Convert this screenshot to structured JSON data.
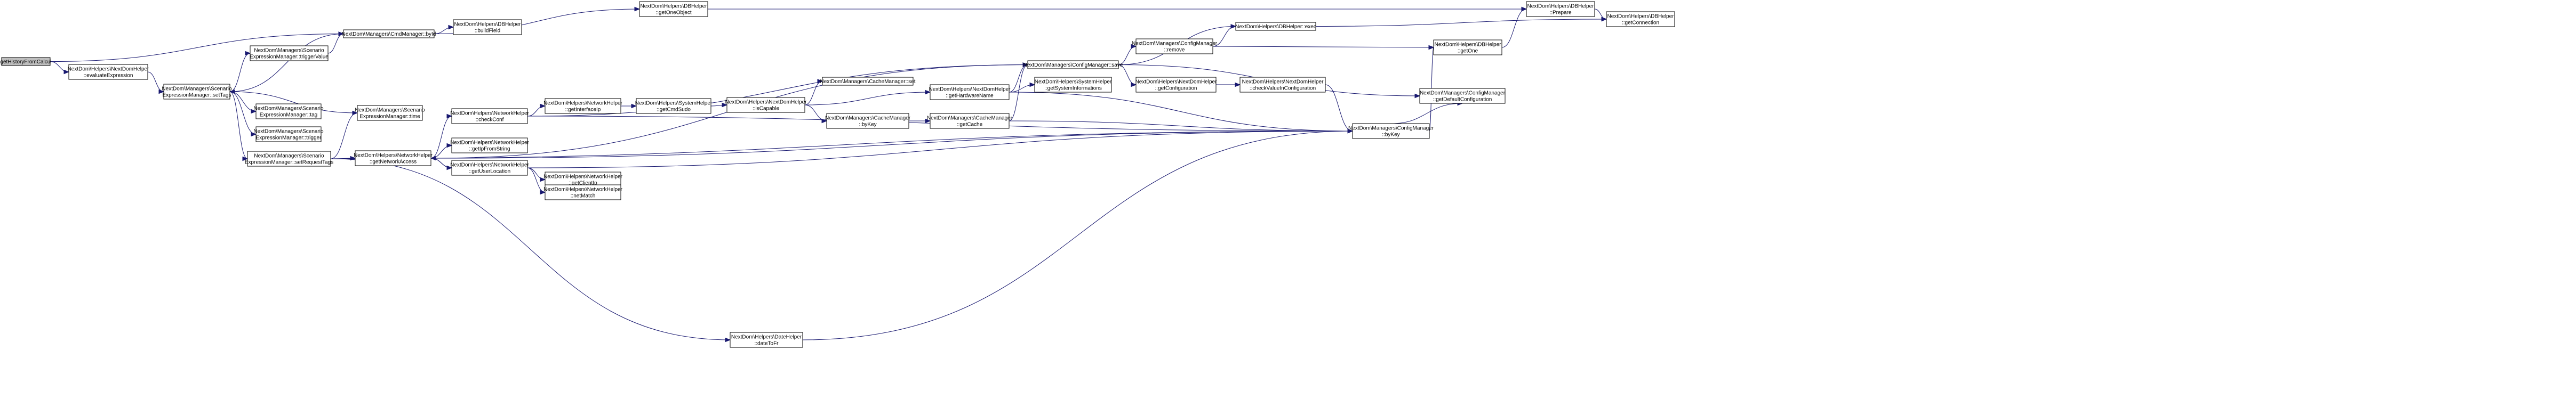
{
  "diagram": {
    "type": "call-graph",
    "nodes": [
      {
        "id": "root",
        "lines": [
          "getHistoryFromCalcul"
        ],
        "root": true
      },
      {
        "id": "evaluate",
        "lines": [
          "NextDom\\Helpers\\NextDomHelper",
          "::evaluateExpression"
        ]
      },
      {
        "id": "setTags",
        "lines": [
          "NextDom\\Managers\\Scenario",
          "ExpressionManager::setTags"
        ]
      },
      {
        "id": "cmdById",
        "lines": [
          "NextDom\\Managers\\CmdManager::byId"
        ]
      },
      {
        "id": "triggerValue",
        "lines": [
          "NextDom\\Managers\\Scenario",
          "ExpressionManager::triggerValue"
        ]
      },
      {
        "id": "setRequestTags",
        "lines": [
          "NextDom\\Managers\\Scenario",
          "ExpressionManager::setRequestTags"
        ]
      },
      {
        "id": "tag",
        "lines": [
          "NextDom\\Managers\\Scenario",
          "ExpressionManager::tag"
        ]
      },
      {
        "id": "trigger",
        "lines": [
          "NextDom\\Managers\\Scenario",
          "ExpressionManager::trigger"
        ]
      },
      {
        "id": "time",
        "lines": [
          "NextDom\\Managers\\Scenario",
          "ExpressionManager::time"
        ]
      },
      {
        "id": "getOneObject",
        "lines": [
          "NextDom\\Helpers\\DBHelper",
          "::getOneObject"
        ]
      },
      {
        "id": "buildField",
        "lines": [
          "NextDom\\Helpers\\DBHelper",
          "::buildField"
        ]
      },
      {
        "id": "getNetworkAccess",
        "lines": [
          "NextDom\\Helpers\\NetworkHelper",
          "::getNetworkAccess"
        ]
      },
      {
        "id": "checkConf",
        "lines": [
          "NextDom\\Helpers\\NetworkHelper",
          "::checkConf"
        ]
      },
      {
        "id": "getIpFromString",
        "lines": [
          "NextDom\\Helpers\\NetworkHelper",
          "::getIpFromString"
        ]
      },
      {
        "id": "getUserLocation",
        "lines": [
          "NextDom\\Helpers\\NetworkHelper",
          "::getUserLocation"
        ]
      },
      {
        "id": "getInterfaceIp",
        "lines": [
          "NextDom\\Helpers\\NetworkHelper",
          "::getInterfaceIp"
        ]
      },
      {
        "id": "getClientIp",
        "lines": [
          "NextDom\\Helpers\\NetworkHelper",
          "::getClientIp"
        ]
      },
      {
        "id": "netMatch",
        "lines": [
          "NextDom\\Helpers\\NetworkHelper",
          "::netMatch"
        ]
      },
      {
        "id": "getCmdSudo",
        "lines": [
          "NextDom\\Helpers\\SystemHelper",
          "::getCmdSudo"
        ]
      },
      {
        "id": "isCapable",
        "lines": [
          "NextDom\\Helpers\\NextDomHelper",
          "::isCapable"
        ]
      },
      {
        "id": "cacheSet",
        "lines": [
          "NextDom\\Managers\\CacheManager::set"
        ]
      },
      {
        "id": "cacheByKey",
        "lines": [
          "NextDom\\Managers\\CacheManager",
          "::byKey"
        ]
      },
      {
        "id": "getHardwareName",
        "lines": [
          "NextDom\\Helpers\\NextDomHelper",
          "::getHardwareName"
        ]
      },
      {
        "id": "getCache",
        "lines": [
          "NextDom\\Managers\\CacheManager",
          "::getCache"
        ]
      },
      {
        "id": "getSystemInformations",
        "lines": [
          "NextDom\\Helpers\\SystemHelper",
          "::getSystemInformations"
        ]
      },
      {
        "id": "configSave",
        "lines": [
          "NextDom\\Managers\\ConfigManager::save"
        ]
      },
      {
        "id": "configRemove",
        "lines": [
          "NextDom\\Managers\\ConfigManager",
          "::remove"
        ]
      },
      {
        "id": "getConfiguration",
        "lines": [
          "NextDom\\Helpers\\NextDomHelper",
          "::getConfiguration"
        ]
      },
      {
        "id": "checkValueInConfiguration",
        "lines": [
          "NextDom\\Helpers\\NextDomHelper",
          "::checkValueInConfiguration"
        ]
      },
      {
        "id": "dbExec",
        "lines": [
          "NextDom\\Helpers\\DBHelper::exec"
        ]
      },
      {
        "id": "dbGetOne",
        "lines": [
          "NextDom\\Helpers\\DBHelper",
          "::getOne"
        ]
      },
      {
        "id": "dbPrepare",
        "lines": [
          "NextDom\\Helpers\\DBHelper",
          "::Prepare"
        ]
      },
      {
        "id": "dbGetConnection",
        "lines": [
          "NextDom\\Helpers\\DBHelper",
          "::getConnection"
        ]
      },
      {
        "id": "configByKey",
        "lines": [
          "NextDom\\Managers\\ConfigManager",
          "::byKey"
        ]
      },
      {
        "id": "getDefaultConfiguration",
        "lines": [
          "NextDom\\Managers\\ConfigManager",
          "::getDefaultConfiguration"
        ]
      },
      {
        "id": "dateToFr",
        "lines": [
          "NextDom\\Helpers\\DateHelper",
          "::dateToFr"
        ]
      }
    ],
    "edges": [
      [
        "root",
        "evaluate"
      ],
      [
        "root",
        "cmdById"
      ],
      [
        "evaluate",
        "setTags"
      ],
      [
        "setTags",
        "triggerValue"
      ],
      [
        "setTags",
        "cmdById"
      ],
      [
        "setTags",
        "setRequestTags"
      ],
      [
        "setTags",
        "tag"
      ],
      [
        "setTags",
        "trigger"
      ],
      [
        "triggerValue",
        "cmdById"
      ],
      [
        "cmdById",
        "getOneObject"
      ],
      [
        "cmdById",
        "buildField"
      ],
      [
        "setRequestTags",
        "time"
      ],
      [
        "setRequestTags",
        "getNetworkAccess"
      ],
      [
        "setRequestTags",
        "dateToFr"
      ],
      [
        "setRequestTags",
        "configByKey"
      ],
      [
        "time",
        "setTags"
      ],
      [
        "getOneObject",
        "dbPrepare"
      ],
      [
        "getNetworkAccess",
        "checkConf"
      ],
      [
        "getNetworkAccess",
        "getIpFromString"
      ],
      [
        "getNetworkAccess",
        "getUserLocation"
      ],
      [
        "getNetworkAccess",
        "configSave"
      ],
      [
        "getNetworkAccess",
        "configByKey"
      ],
      [
        "checkConf",
        "getInterfaceIp"
      ],
      [
        "checkConf",
        "configSave"
      ],
      [
        "checkConf",
        "configByKey"
      ],
      [
        "getUserLocation",
        "getNetworkAccess"
      ],
      [
        "getUserLocation",
        "getClientIp"
      ],
      [
        "getUserLocation",
        "netMatch"
      ],
      [
        "getUserLocation",
        "configByKey"
      ],
      [
        "getInterfaceIp",
        "getCmdSudo"
      ],
      [
        "getCmdSudo",
        "isCapable"
      ],
      [
        "isCapable",
        "cacheSet"
      ],
      [
        "isCapable",
        "cacheByKey"
      ],
      [
        "isCapable",
        "getHardwareName"
      ],
      [
        "cacheByKey",
        "getCache"
      ],
      [
        "getCache",
        "configSave"
      ],
      [
        "getCache",
        "configByKey"
      ],
      [
        "getHardwareName",
        "configSave"
      ],
      [
        "getHardwareName",
        "getSystemInformations"
      ],
      [
        "getHardwareName",
        "configByKey"
      ],
      [
        "configSave",
        "configRemove"
      ],
      [
        "configSave",
        "dbExec"
      ],
      [
        "configSave",
        "getConfiguration"
      ],
      [
        "configSave",
        "getDefaultConfiguration"
      ],
      [
        "configRemove",
        "dbExec"
      ],
      [
        "configRemove",
        "dbGetOne"
      ],
      [
        "getConfiguration",
        "checkValueInConfiguration"
      ],
      [
        "checkValueInConfiguration",
        "configByKey"
      ],
      [
        "dbExec",
        "dbGetConnection"
      ],
      [
        "dbGetOne",
        "dbPrepare"
      ],
      [
        "dbPrepare",
        "dbGetConnection"
      ],
      [
        "configByKey",
        "dbGetOne"
      ],
      [
        "configByKey",
        "getDefaultConfiguration"
      ],
      [
        "dateToFr",
        "configByKey"
      ]
    ]
  }
}
